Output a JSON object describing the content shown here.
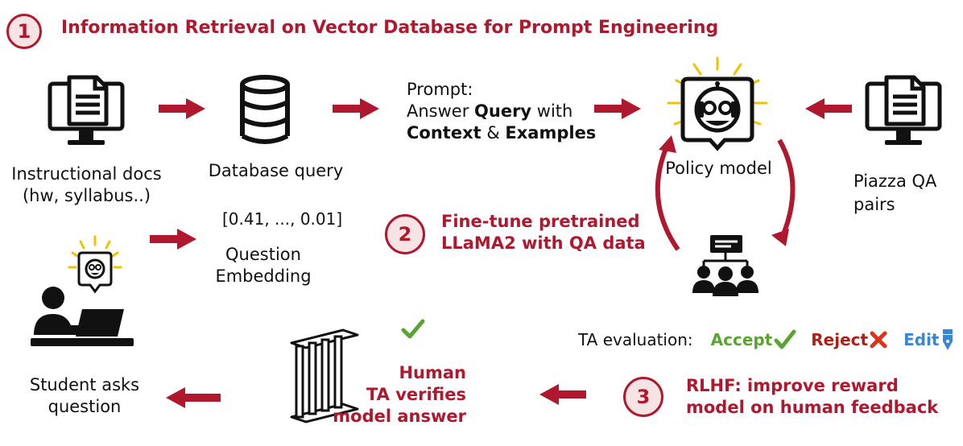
{
  "section1": {
    "number": "1",
    "title": "Information Retrieval on Vector Database for Prompt Engineering"
  },
  "section2": {
    "number": "2",
    "title_line1": "Fine-tune pretrained",
    "title_line2": "LLaMA2 with QA data"
  },
  "section3": {
    "number": "3",
    "title_line1": "RLHF: improve reward",
    "title_line2": "model on human feedback"
  },
  "nodes": {
    "docs_line1": "Instructional docs",
    "docs_line2": "(hw, syllabus..)",
    "db": "Database query",
    "prompt_line1": "Prompt:",
    "prompt_line2_a": "Answer ",
    "prompt_line2_b": "Query",
    "prompt_line2_c": " with",
    "prompt_line3_a": "Context",
    "prompt_line3_b": " & ",
    "prompt_line3_c": "Examples",
    "policy": "Policy model",
    "piazza_line1": "Piazza QA",
    "piazza_line2": "pairs",
    "embedding_vector": "[0.41, ..., 0.01]",
    "embedding_line1": "Question",
    "embedding_line2": "Embedding",
    "student_line1": "Student asks",
    "student_line2": "question",
    "human_line1": "Human",
    "human_line2": "TA verifies",
    "human_line3": "model answer"
  },
  "ta_evaluation": {
    "label": "TA evaluation:",
    "accept": "Accept",
    "reject": "Reject",
    "edit": "Edit"
  },
  "colors": {
    "accent": "#b0182e",
    "accept": "#5aa532",
    "reject": "#a8221a",
    "edit": "#3a86d6",
    "glow": "#f2c200"
  },
  "icons": [
    "monitor-document-icon",
    "database-icon",
    "robot-icon",
    "team-presentation-icon",
    "student-laptop-icon",
    "ladder-icon",
    "checkmark-icon",
    "x-icon",
    "pen-icon"
  ]
}
